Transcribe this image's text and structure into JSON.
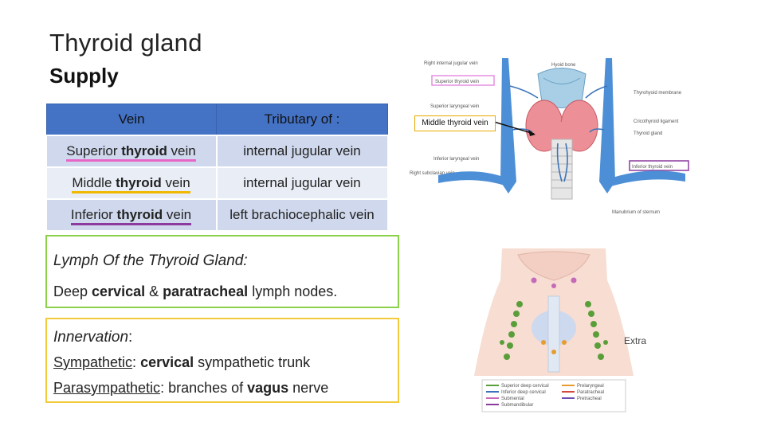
{
  "title": "Thyroid gland",
  "subtitle": "Supply",
  "veins_table": {
    "headers": [
      "Vein",
      "Tributary of :"
    ],
    "rows": [
      {
        "vein_pre": "Superior ",
        "vein_bold": "thyroid",
        "vein_post": " vein",
        "tributary": "internal jugular vein",
        "underline_color": "#e766c8"
      },
      {
        "vein_pre": "Middle ",
        "vein_bold": "thyroid",
        "vein_post": " vein",
        "tributary": "internal jugular vein",
        "underline_color": "#f0b800"
      },
      {
        "vein_pre": "Inferior ",
        "vein_bold": "thyroid",
        "vein_post": " vein",
        "tributary": "left brachiocephalic vein",
        "underline_color": "#8c3a9e"
      }
    ]
  },
  "lymph": {
    "heading": "Lymph Of the Thyroid Gland:",
    "line_pre": "Deep ",
    "line_bold1": "cervical",
    "line_mid": " & ",
    "line_bold2": "paratracheal",
    "line_post": " lymph nodes."
  },
  "innervation": {
    "heading": "Innervation",
    "heading_colon": ":",
    "sym_label": "Sympathetic",
    "sym_colon": ": ",
    "sym_bold": "cervical",
    "sym_post": " sympathetic trunk",
    "para_label": "Parasympathetic",
    "para_colon": ": branches of ",
    "para_bold": "vagus",
    "para_post": " nerve"
  },
  "figure_top": {
    "callout": "Middle thyroid vein",
    "labels": {
      "right_ijv": "Right internal jugular vein",
      "hyoid": "Hyoid bone",
      "sup_thyroid_vein": "Superior thyroid vein",
      "thyrohyoid": "Thyrohyoid membrane",
      "sup_laryngeal": "Superior laryngeal vein",
      "cricothyroid": "Cricothyroid ligament",
      "thyroid_gland": "Thyroid gland",
      "inf_laryngeal": "Inferior laryngeal vein",
      "inf_thyroid_vein": "Inferior thyroid vein",
      "right_subclavian": "Right subclavian vein",
      "manubrium": "Manubrium of sternum"
    }
  },
  "figure_bottom": {
    "extra_label": "Extra",
    "legend": [
      "Superior deep cervical",
      "Inferior deep cervical",
      "Submental",
      "Submandibular",
      "Prelaryngeal",
      "Paratracheal",
      "Pretracheal"
    ]
  },
  "colors": {
    "table_header": "#4472c4",
    "lymph_border": "#8bd14a",
    "innervation_border": "#f2cb3a",
    "callout_border": "#e9a800"
  }
}
